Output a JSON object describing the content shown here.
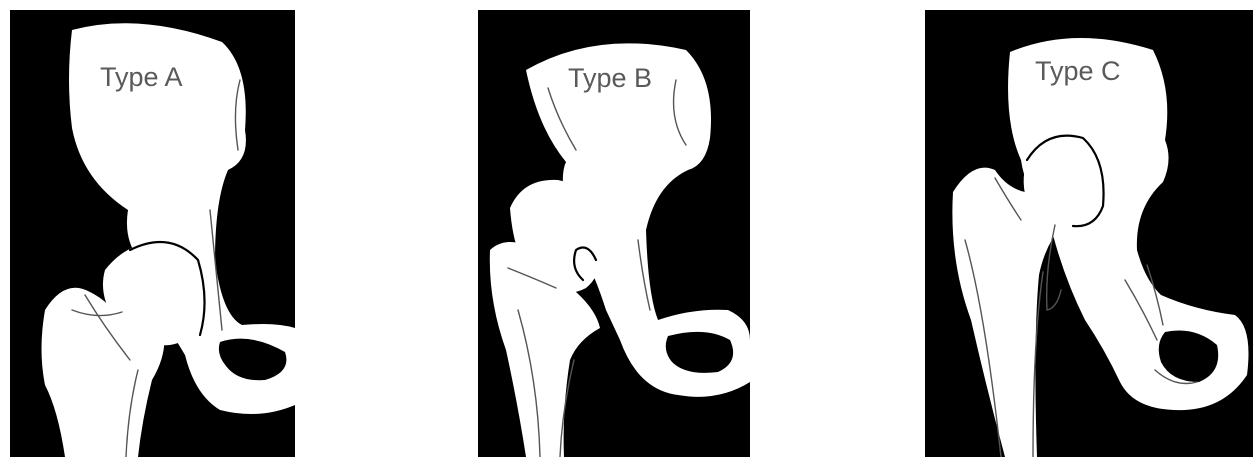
{
  "panels": [
    {
      "label": "Type A"
    },
    {
      "label": "Type B"
    },
    {
      "label": "Type C"
    }
  ],
  "colors": {
    "background": "#ffffff",
    "panel": "#000000",
    "bone": "#ffffff",
    "label": "#5a5a5a"
  }
}
